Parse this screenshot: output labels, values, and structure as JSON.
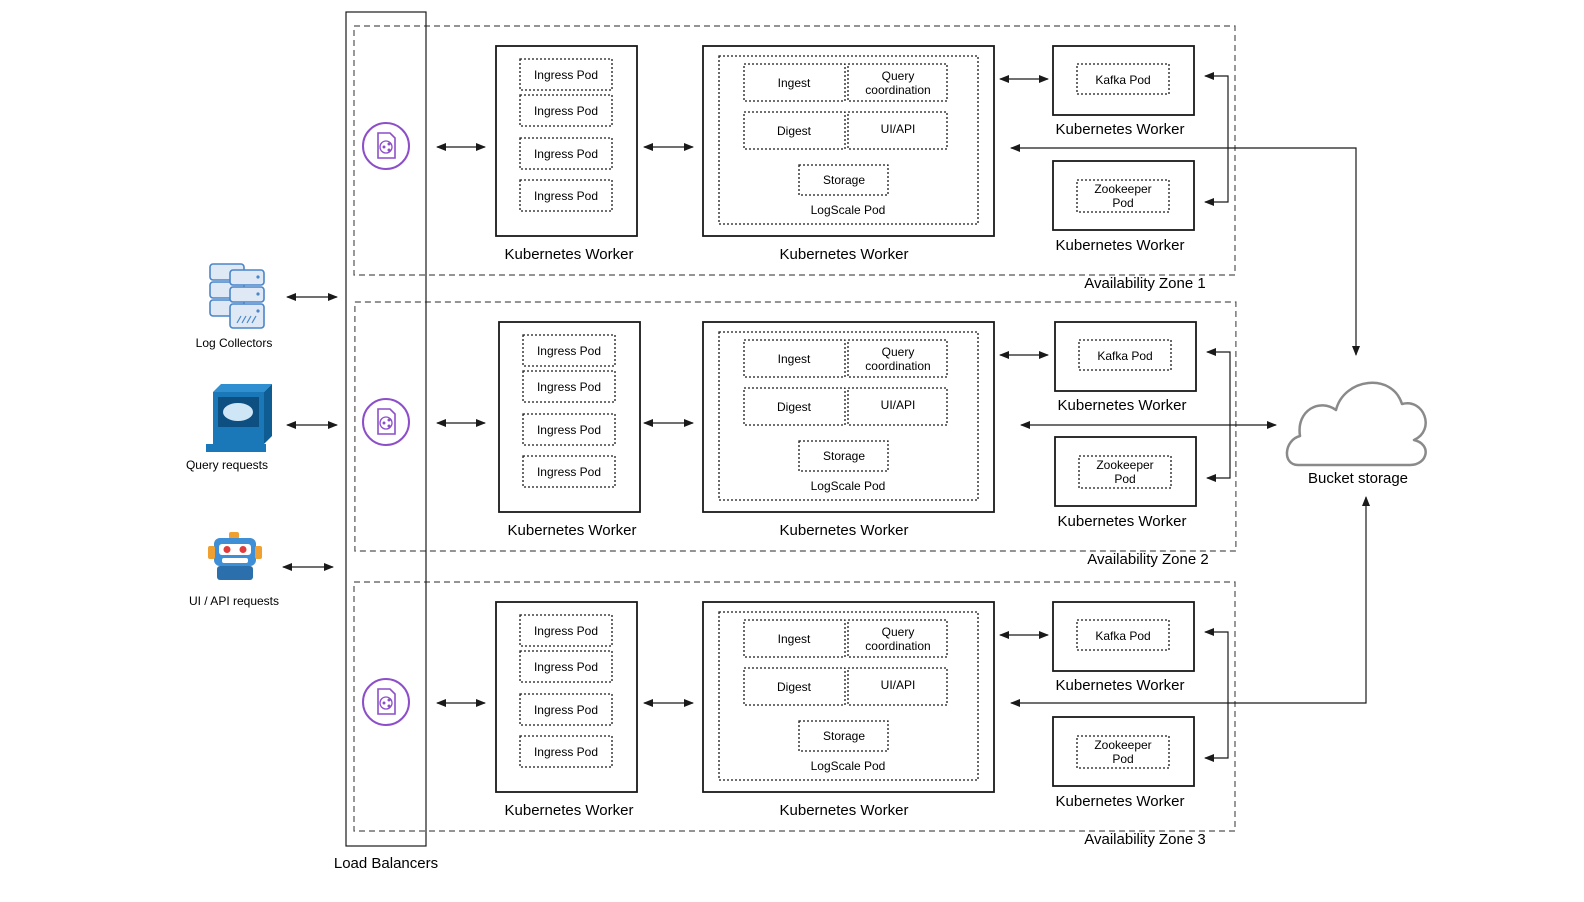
{
  "clients": [
    {
      "label": "Log Collectors",
      "icon": "server-rack-icon"
    },
    {
      "label": "Query requests",
      "icon": "terminal-computer-icon"
    },
    {
      "label": "UI / API requests",
      "icon": "robot-icon"
    }
  ],
  "load_balancers": {
    "label": "Load Balancers",
    "icon": "load-balancer-icon"
  },
  "zones": [
    {
      "label": "Availability Zone 1"
    },
    {
      "label": "Availability Zone 2"
    },
    {
      "label": "Availability Zone 3"
    }
  ],
  "ingress_pod_label": "Ingress Pod",
  "worker_label": "Kubernetes Worker",
  "logscale": {
    "ingest": "Ingest",
    "query_line1": "Query",
    "query_line2": "coordination",
    "digest": "Digest",
    "uiapi": "UI/API",
    "storage": "Storage",
    "pod_label": "LogScale Pod"
  },
  "kafka_pod": "Kafka Pod",
  "zookeeper_line1": "Zookeeper",
  "zookeeper_line2": "Pod",
  "bucket_storage": {
    "label": "Bucket storage",
    "icon": "cloud-icon"
  },
  "colors": {
    "line": "#1a1a1a",
    "dashed": "#555555",
    "lb_accent": "#8c4fc9",
    "server_blue": "#4a86c8",
    "terminal_blue": "#1a78b8",
    "robot_blue": "#3f8fd6",
    "robot_orange": "#f0a030",
    "cloud_stroke": "#8a8a8a"
  }
}
